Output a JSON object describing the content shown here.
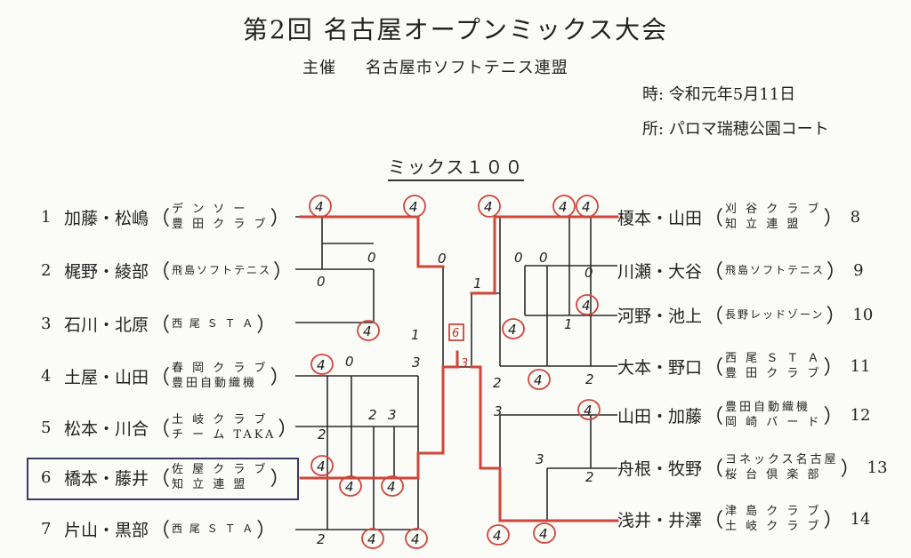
{
  "header": {
    "title": "第2回 名古屋オープンミックス大会",
    "organizer_label": "主催",
    "organizer_name": "名古屋市ソフトテニス連盟",
    "date_text": "時:  令和元年5月11日",
    "place_text": "所:  パロマ瑞穂公園コート",
    "event": "ミックス１００"
  },
  "entries_left": [
    {
      "num": "1",
      "names": "加藤・松嶋",
      "club1": "デ ン ソ ー",
      "club2": "豊 田 ク ラ ブ"
    },
    {
      "num": "2",
      "names": "梶野・綾部",
      "club1": "飛島ソフトテニス",
      "club2": ""
    },
    {
      "num": "3",
      "names": "石川・北原",
      "club1": "西 尾 Ｓ Ｔ Ａ",
      "club2": ""
    },
    {
      "num": "4",
      "names": "土屋・山田",
      "club1": "春 岡 ク ラ ブ",
      "club2": "豊田自動織機"
    },
    {
      "num": "5",
      "names": "松本・川合",
      "club1": "土 岐 ク ラ ブ",
      "club2": "チ ー ム TAKA"
    },
    {
      "num": "6",
      "names": "橋本・藤井",
      "club1": "佐 屋 ク ラ ブ",
      "club2": "知 立 連 盟"
    },
    {
      "num": "7",
      "names": "片山・黒部",
      "club1": "西 尾 Ｓ Ｔ Ａ",
      "club2": ""
    }
  ],
  "entries_right": [
    {
      "num": "8",
      "names": "榎本・山田",
      "club1": "刈 谷 ク ラ ブ",
      "club2": "知 立 連 盟"
    },
    {
      "num": "9",
      "names": "川瀬・大谷",
      "club1": "飛島ソフトテニス",
      "club2": ""
    },
    {
      "num": "10",
      "names": "河野・池上",
      "club1": "長野レッドゾーン",
      "club2": ""
    },
    {
      "num": "11",
      "names": "大本・野口",
      "club1": "西 尾 Ｓ Ｔ Ａ",
      "club2": "豊 田 ク ラ ブ"
    },
    {
      "num": "12",
      "names": "山田・加藤",
      "club1": "豊田自動織機",
      "club2": "岡 崎 バ ー ド"
    },
    {
      "num": "13",
      "names": "舟根・牧野",
      "club1": "ヨネックス名古屋",
      "club2": "桜 台 倶 楽 部"
    },
    {
      "num": "14",
      "names": "浅井・井澤",
      "club1": "津 島 ク ラ ブ",
      "club2": "土 岐 ク ラ ブ"
    }
  ],
  "scores": {
    "l1a": "4",
    "l1b": "4",
    "l2a": "0",
    "l2b": "0",
    "l3a": "4",
    "l3b": "1",
    "lsf": "0",
    "l4a": "4",
    "l4b": "0",
    "l4c": "3",
    "l5a": "2",
    "l5b": "2",
    "l5c": "3",
    "l6a": "4",
    "l6b": "4",
    "l6c": "4",
    "l7a": "2",
    "l7b": "4",
    "l7c": "4",
    "f_left": "6",
    "f_right": "3",
    "r_top": "1",
    "r8a": "4",
    "r8b": "4",
    "r8c": "4",
    "r9a": "0",
    "r9b": "0",
    "r9c": "0",
    "r10a": "4",
    "r10b": "1",
    "r10c": "4",
    "r11a": "2",
    "r11b": "4",
    "r11c": "2",
    "r12a": "3",
    "r12b": "4",
    "r13a": "3",
    "r13b": "2",
    "r14a": "4",
    "r14b": "4"
  },
  "colors": {
    "winner_line": "#d0463a",
    "circle": "#d0463a",
    "ink": "#222222"
  }
}
